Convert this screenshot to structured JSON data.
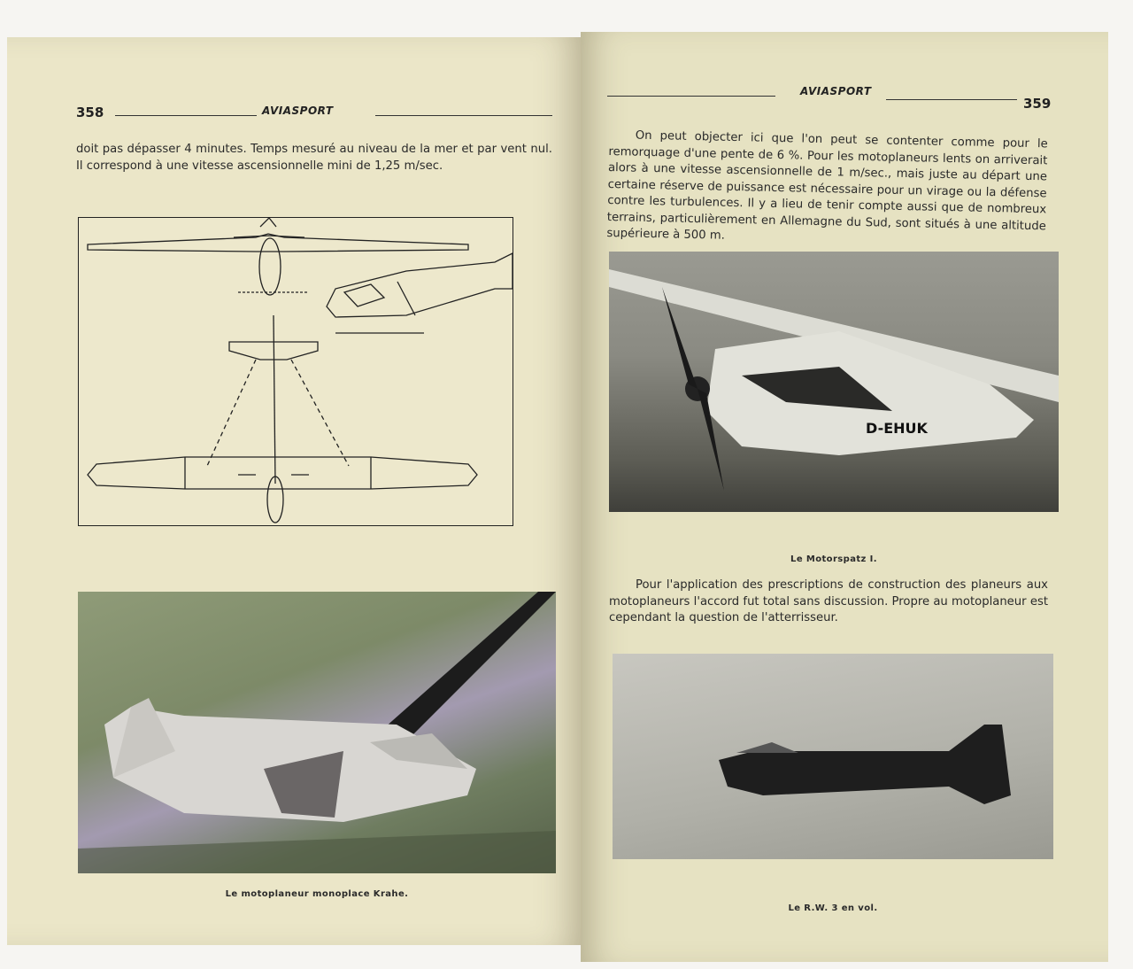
{
  "left_page": {
    "page_number": "358",
    "running_head": "AVIASPORT",
    "paragraph": "doit pas dépasser 4 minutes. Temps mesuré au niveau de la mer et par vent nul. Il correspond à une vitesse ascensionnelle mini de 1,25 m/sec.",
    "photo_caption": "Le motoplaneur monoplace Krahe."
  },
  "right_page": {
    "page_number": "359",
    "running_head": "AVIASPORT",
    "paragraph_1": "On peut objecter ici que l'on peut se contenter comme pour le remorquage d'une pente de 6 %. Pour les motoplaneurs lents on arriverait alors à une vitesse ascensionnelle de 1 m/sec., mais juste au départ une certaine réserve de puissance est nécessaire pour un virage ou la défense contre les turbulences. Il y a lieu de tenir compte aussi que de nombreux terrains, particulièrement en Allemagne du Sud, sont situés à une altitude supérieure à 500 m.",
    "photo_1_caption": "Le Motorspatz I.",
    "photo_1_registration": "D-EHUK",
    "paragraph_2": "Pour l'application des prescriptions de construction des planeurs aux motoplaneurs l'accord fut total sans discussion. Propre au motoplaneur est cependant la question de l'atterrisseur.",
    "photo_2_caption": "Le R.W. 3 en vol."
  }
}
